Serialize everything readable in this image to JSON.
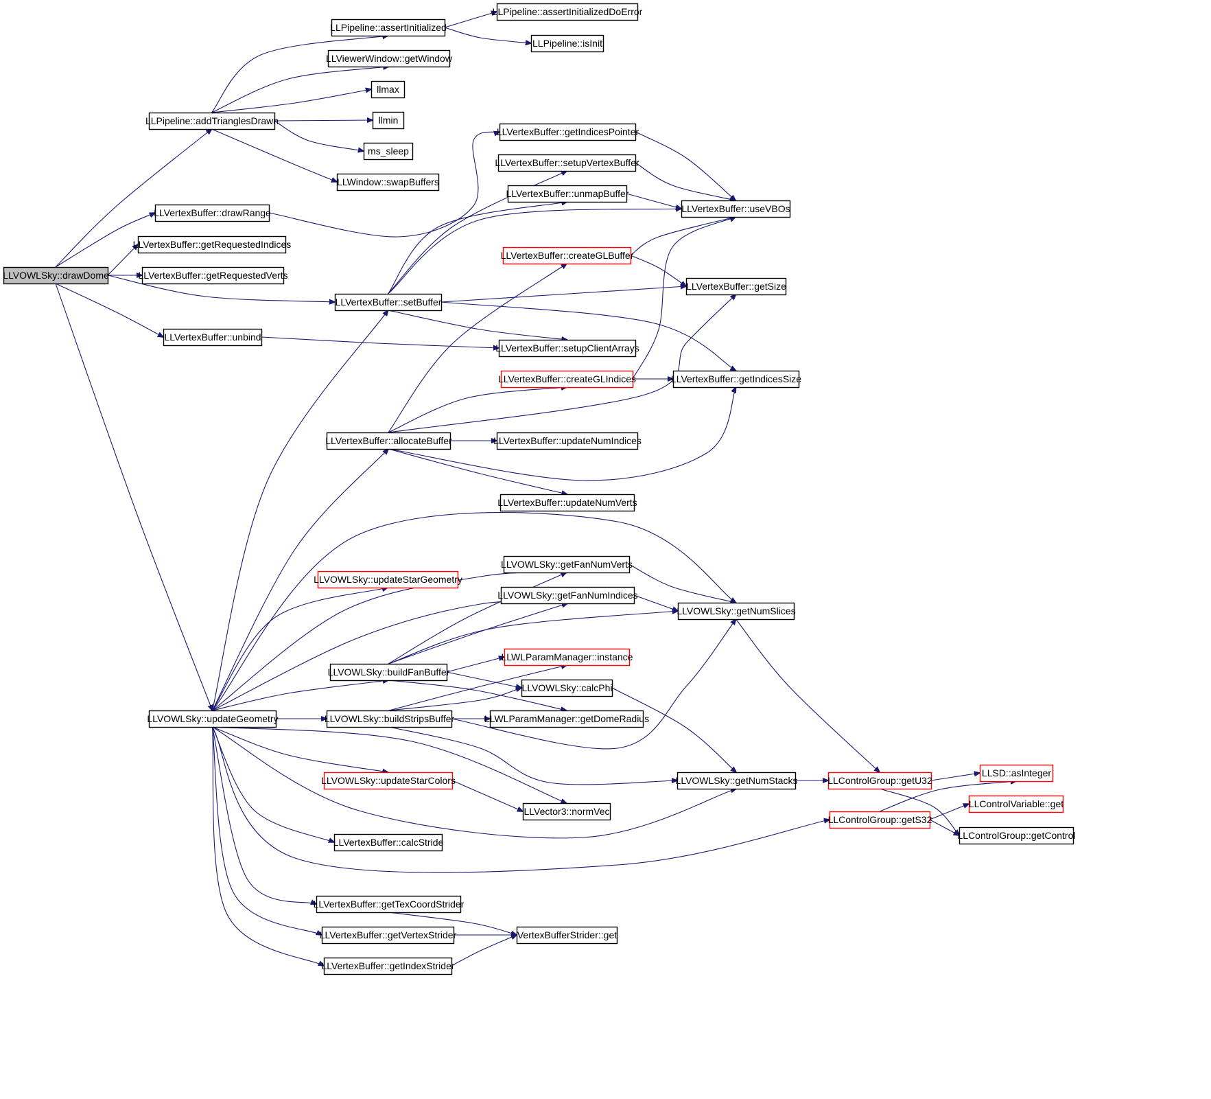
{
  "diagram": {
    "kind": "doxygen call graph",
    "colors": {
      "edge": "#191970",
      "node_border": "#000000",
      "truncated_node_border": "#ff0000",
      "root_fill": "#bfbfbf",
      "background": "#ffffff"
    },
    "nodes": [
      {
        "id": "drawDome",
        "label": "LLVOWLSky::drawDome",
        "style": "root"
      },
      {
        "id": "addTrianglesDrawn",
        "label": "LLPipeline::addTrianglesDrawn",
        "style": "normal"
      },
      {
        "id": "assertInitialized",
        "label": "LLPipeline::assertInitialized",
        "style": "normal"
      },
      {
        "id": "assertInitializedDoError",
        "label": "LLPipeline::assertInitializedDoError",
        "style": "normal"
      },
      {
        "id": "isInit",
        "label": "LLPipeline::isInit",
        "style": "normal"
      },
      {
        "id": "getWindow",
        "label": "LLViewerWindow::getWindow",
        "style": "normal"
      },
      {
        "id": "llmax",
        "label": "llmax",
        "style": "normal"
      },
      {
        "id": "llmin",
        "label": "llmin",
        "style": "normal"
      },
      {
        "id": "ms_sleep",
        "label": "ms_sleep",
        "style": "normal"
      },
      {
        "id": "swapBuffers",
        "label": "LLWindow::swapBuffers",
        "style": "normal"
      },
      {
        "id": "drawRange",
        "label": "LLVertexBuffer::drawRange",
        "style": "normal"
      },
      {
        "id": "getIndicesPointer",
        "label": "LLVertexBuffer::getIndicesPointer",
        "style": "normal"
      },
      {
        "id": "setupVertexBuffer",
        "label": "LLVertexBuffer::setupVertexBuffer",
        "style": "normal"
      },
      {
        "id": "unmapBuffer",
        "label": "LLVertexBuffer::unmapBuffer",
        "style": "normal"
      },
      {
        "id": "useVBOs",
        "label": "LLVertexBuffer::useVBOs",
        "style": "normal"
      },
      {
        "id": "getRequestedIndices",
        "label": "LLVertexBuffer::getRequestedIndices",
        "style": "normal"
      },
      {
        "id": "createGLBuffer",
        "label": "LLVertexBuffer::createGLBuffer",
        "style": "truncated"
      },
      {
        "id": "getRequestedVerts",
        "label": "LLVertexBuffer::getRequestedVerts",
        "style": "normal"
      },
      {
        "id": "getSize",
        "label": "LLVertexBuffer::getSize",
        "style": "normal"
      },
      {
        "id": "setBuffer",
        "label": "LLVertexBuffer::setBuffer",
        "style": "normal"
      },
      {
        "id": "unbind",
        "label": "LLVertexBuffer::unbind",
        "style": "normal"
      },
      {
        "id": "setupClientArrays",
        "label": "LLVertexBuffer::setupClientArrays",
        "style": "normal"
      },
      {
        "id": "createGLIndices",
        "label": "LLVertexBuffer::createGLIndices",
        "style": "truncated"
      },
      {
        "id": "getIndicesSize",
        "label": "LLVertexBuffer::getIndicesSize",
        "style": "normal"
      },
      {
        "id": "allocateBuffer",
        "label": "LLVertexBuffer::allocateBuffer",
        "style": "normal"
      },
      {
        "id": "updateNumIndices",
        "label": "LLVertexBuffer::updateNumIndices",
        "style": "normal"
      },
      {
        "id": "updateNumVerts",
        "label": "LLVertexBuffer::updateNumVerts",
        "style": "normal"
      },
      {
        "id": "getFanNumVerts",
        "label": "LLVOWLSky::getFanNumVerts",
        "style": "normal"
      },
      {
        "id": "updateStarGeometry",
        "label": "LLVOWLSky::updateStarGeometry",
        "style": "truncated"
      },
      {
        "id": "getFanNumIndices",
        "label": "LLVOWLSky::getFanNumIndices",
        "style": "normal"
      },
      {
        "id": "getNumSlices",
        "label": "LLVOWLSky::getNumSlices",
        "style": "normal"
      },
      {
        "id": "instance",
        "label": "LLWLParamManager::instance",
        "style": "truncated"
      },
      {
        "id": "buildFanBuffer",
        "label": "LLVOWLSky::buildFanBuffer",
        "style": "normal"
      },
      {
        "id": "calcPhi",
        "label": "LLVOWLSky::calcPhi",
        "style": "normal"
      },
      {
        "id": "updateGeometry",
        "label": "LLVOWLSky::updateGeometry",
        "style": "normal"
      },
      {
        "id": "buildStripsBuffer",
        "label": "LLVOWLSky::buildStripsBuffer",
        "style": "normal"
      },
      {
        "id": "getDomeRadius",
        "label": "LLWLParamManager::getDomeRadius",
        "style": "normal"
      },
      {
        "id": "asInteger",
        "label": "LLSD::asInteger",
        "style": "truncated"
      },
      {
        "id": "updateStarColors",
        "label": "LLVOWLSky::updateStarColors",
        "style": "truncated"
      },
      {
        "id": "getNumStacks",
        "label": "LLVOWLSky::getNumStacks",
        "style": "normal"
      },
      {
        "id": "getU32",
        "label": "LLControlGroup::getU32",
        "style": "truncated"
      },
      {
        "id": "controlVariableGet",
        "label": "LLControlVariable::get",
        "style": "truncated"
      },
      {
        "id": "normVec",
        "label": "LLVector3::normVec",
        "style": "normal"
      },
      {
        "id": "getS32",
        "label": "LLControlGroup::getS32",
        "style": "truncated"
      },
      {
        "id": "getControl",
        "label": "LLControlGroup::getControl",
        "style": "normal"
      },
      {
        "id": "calcStride",
        "label": "LLVertexBuffer::calcStride",
        "style": "normal"
      },
      {
        "id": "getTexCoordStrider",
        "label": "LLVertexBuffer::getTexCoordStrider",
        "style": "normal"
      },
      {
        "id": "getVertexStrider",
        "label": "LLVertexBuffer::getVertexStrider",
        "style": "normal"
      },
      {
        "id": "stridedGet",
        "label": "VertexBufferStrider::get",
        "style": "normal"
      },
      {
        "id": "getIndexStrider",
        "label": "LLVertexBuffer::getIndexStrider",
        "style": "normal"
      }
    ],
    "edges": [
      [
        "drawDome",
        "addTrianglesDrawn"
      ],
      [
        "drawDome",
        "drawRange"
      ],
      [
        "drawDome",
        "getRequestedIndices"
      ],
      [
        "drawDome",
        "getRequestedVerts"
      ],
      [
        "drawDome",
        "setBuffer"
      ],
      [
        "drawDome",
        "unbind"
      ],
      [
        "drawDome",
        "updateGeometry"
      ],
      [
        "addTrianglesDrawn",
        "assertInitialized"
      ],
      [
        "addTrianglesDrawn",
        "getWindow"
      ],
      [
        "addTrianglesDrawn",
        "llmax"
      ],
      [
        "addTrianglesDrawn",
        "llmin"
      ],
      [
        "addTrianglesDrawn",
        "ms_sleep"
      ],
      [
        "addTrianglesDrawn",
        "swapBuffers"
      ],
      [
        "assertInitialized",
        "assertInitializedDoError"
      ],
      [
        "assertInitialized",
        "isInit"
      ],
      [
        "drawRange",
        "getIndicesPointer"
      ],
      [
        "getIndicesPointer",
        "useVBOs"
      ],
      [
        "setupVertexBuffer",
        "useVBOs"
      ],
      [
        "unmapBuffer",
        "useVBOs"
      ],
      [
        "createGLBuffer",
        "useVBOs"
      ],
      [
        "createGLBuffer",
        "getSize"
      ],
      [
        "setBuffer",
        "setupVertexBuffer"
      ],
      [
        "setBuffer",
        "unmapBuffer"
      ],
      [
        "setBuffer",
        "useVBOs"
      ],
      [
        "setBuffer",
        "getSize"
      ],
      [
        "setBuffer",
        "setupClientArrays"
      ],
      [
        "setBuffer",
        "getIndicesSize"
      ],
      [
        "unbind",
        "setupClientArrays"
      ],
      [
        "createGLIndices",
        "useVBOs"
      ],
      [
        "createGLIndices",
        "getIndicesSize"
      ],
      [
        "allocateBuffer",
        "createGLBuffer"
      ],
      [
        "allocateBuffer",
        "createGLIndices"
      ],
      [
        "allocateBuffer",
        "getSize"
      ],
      [
        "allocateBuffer",
        "updateNumIndices"
      ],
      [
        "allocateBuffer",
        "getIndicesSize"
      ],
      [
        "allocateBuffer",
        "updateNumVerts"
      ],
      [
        "updateGeometry",
        "setBuffer"
      ],
      [
        "updateGeometry",
        "allocateBuffer"
      ],
      [
        "updateGeometry",
        "getNumSlices"
      ],
      [
        "updateGeometry",
        "updateStarGeometry"
      ],
      [
        "updateGeometry",
        "getFanNumVerts"
      ],
      [
        "updateGeometry",
        "getFanNumIndices"
      ],
      [
        "updateGeometry",
        "buildFanBuffer"
      ],
      [
        "updateGeometry",
        "buildStripsBuffer"
      ],
      [
        "updateGeometry",
        "updateStarColors"
      ],
      [
        "updateGeometry",
        "normVec"
      ],
      [
        "updateGeometry",
        "getNumStacks"
      ],
      [
        "updateGeometry",
        "calcStride"
      ],
      [
        "updateGeometry",
        "getS32"
      ],
      [
        "updateGeometry",
        "getTexCoordStrider"
      ],
      [
        "updateGeometry",
        "getVertexStrider"
      ],
      [
        "updateGeometry",
        "getIndexStrider"
      ],
      [
        "getFanNumVerts",
        "getNumSlices"
      ],
      [
        "getFanNumIndices",
        "getNumSlices"
      ],
      [
        "getNumSlices",
        "getU32"
      ],
      [
        "buildFanBuffer",
        "getFanNumVerts"
      ],
      [
        "buildFanBuffer",
        "getFanNumIndices"
      ],
      [
        "buildFanBuffer",
        "getNumSlices"
      ],
      [
        "buildFanBuffer",
        "instance"
      ],
      [
        "buildFanBuffer",
        "calcPhi"
      ],
      [
        "buildFanBuffer",
        "getDomeRadius"
      ],
      [
        "buildStripsBuffer",
        "instance"
      ],
      [
        "buildStripsBuffer",
        "calcPhi"
      ],
      [
        "buildStripsBuffer",
        "getDomeRadius"
      ],
      [
        "buildStripsBuffer",
        "getNumSlices"
      ],
      [
        "buildStripsBuffer",
        "getNumStacks"
      ],
      [
        "calcPhi",
        "getNumStacks"
      ],
      [
        "getNumStacks",
        "getU32"
      ],
      [
        "getU32",
        "asInteger"
      ],
      [
        "getU32",
        "getControl"
      ],
      [
        "getS32",
        "asInteger"
      ],
      [
        "getS32",
        "controlVariableGet"
      ],
      [
        "getS32",
        "getControl"
      ],
      [
        "updateStarColors",
        "normVec"
      ],
      [
        "getTexCoordStrider",
        "stridedGet"
      ],
      [
        "getVertexStrider",
        "stridedGet"
      ],
      [
        "getIndexStrider",
        "stridedGet"
      ]
    ]
  }
}
